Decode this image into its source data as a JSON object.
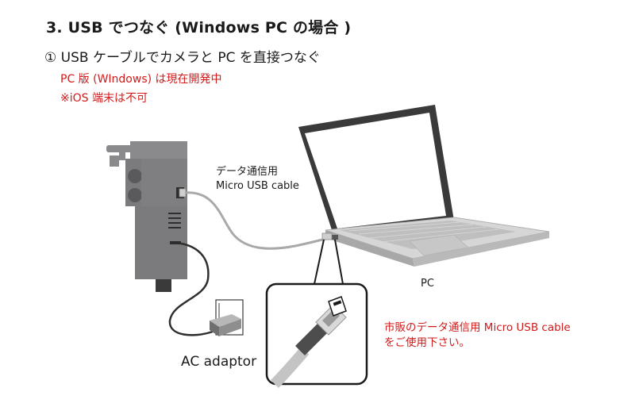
{
  "heading": {
    "title": "3.  USB でつなぐ (Windows PC の場合 )",
    "step": "① USB ケーブルでカメラと PC を直接つなぐ",
    "note_windows": "PC 版 (WIndows) は現在開発中",
    "note_ios": "※iOS 端末は不可"
  },
  "diagram": {
    "cable_label_line1": "データ通信用",
    "cable_label_line2": "Micro USB cable",
    "pc_label": "PC",
    "ac_label": "AC adaptor",
    "note_line1": "市販のデータ通信用 Micro USB cable",
    "note_line2": "をご使用下さい。"
  },
  "colors": {
    "accent_red": "#d21a1a",
    "device_gray": "#7b7b7d",
    "cable_gray": "#a9a9a9",
    "laptop_silver": "#c9c9c9"
  },
  "icons": [
    "camera-device",
    "laptop",
    "usb-plug-zoom",
    "ac-adaptor-plug"
  ]
}
